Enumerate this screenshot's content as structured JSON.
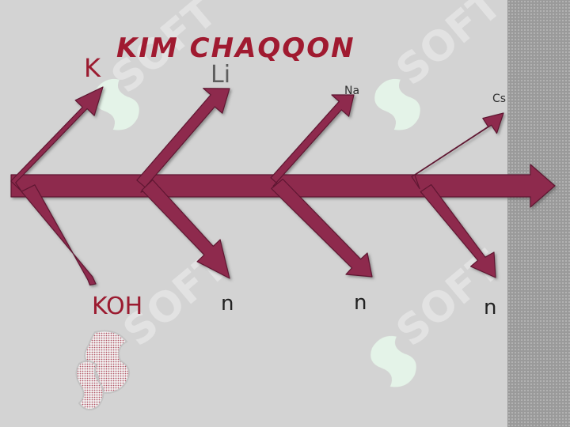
{
  "title": "KIM CHAQQON",
  "top_labels": [
    "K",
    "Li",
    "Na",
    "Cs"
  ],
  "bottom_labels": [
    "KOH",
    "n",
    "n",
    "n"
  ],
  "colors": {
    "background": "#d3d3d3",
    "arrow": "#8e2b4e",
    "title": "#a01a30",
    "side_strip": "#9a9a9a",
    "watermark": "#e8f8ee"
  }
}
